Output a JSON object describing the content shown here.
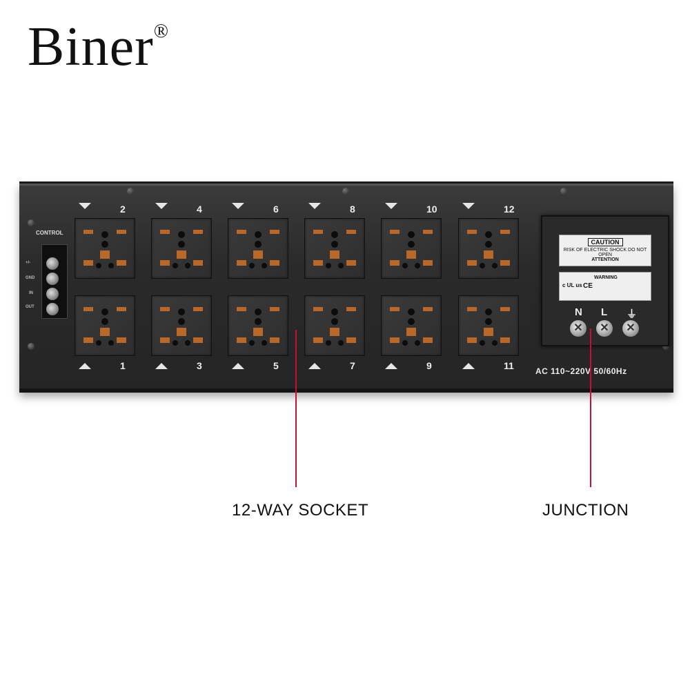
{
  "brand": {
    "name": "Biner",
    "mark": "®"
  },
  "device": {
    "control_label": "CONTROL",
    "terminal_labels": [
      "+/-",
      "GND",
      "IN",
      "OUT"
    ],
    "top_sockets": [
      "2",
      "4",
      "6",
      "8",
      "10",
      "12"
    ],
    "bottom_sockets": [
      "1",
      "3",
      "5",
      "7",
      "9",
      "11"
    ],
    "junction": {
      "caution_title": "CAUTION",
      "caution_sub": "RISK OF ELECTRIC SHOCK DO NOT OPEN",
      "attention": "ATTENTION",
      "warning": "WARNING",
      "terminals": [
        "N",
        "L",
        "⏚"
      ],
      "cert": "CE",
      "ul": "c UL us"
    },
    "ac_label": "AC 110~220V 50/60Hz"
  },
  "callouts": {
    "sockets": "12-WAY SOCKET",
    "junction": "JUNCTION"
  },
  "colors": {
    "accent_line": "#c8102e",
    "panel": "#2a2a2a",
    "copper": "#b8692a"
  }
}
